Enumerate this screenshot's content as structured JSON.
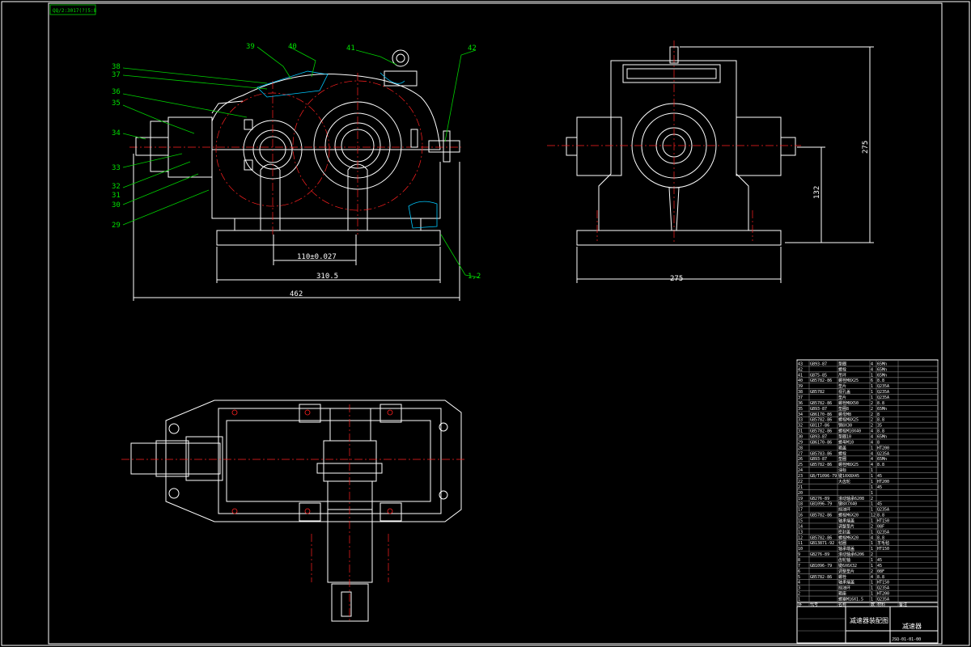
{
  "drawing": {
    "file_tag": "QQ/2:3017(?)5:8",
    "part_labels": [
      "39",
      "40",
      "41",
      "42",
      "38",
      "37",
      "36",
      "35",
      "34",
      "33",
      "32",
      "31",
      "30",
      "29",
      "1,2"
    ],
    "dimensions": {
      "center_distance": "110±0.027",
      "base_length": "310.5",
      "overall_length": "462",
      "side_width": "275",
      "side_height": "275",
      "shaft_height": "132"
    },
    "title_block": {
      "drawing_title": "减速器装配图",
      "product_name": "减速器",
      "drawing_number": "JSQ-01-01-00",
      "header": [
        "序",
        "代号",
        "名称",
        "数",
        "材料",
        "备注"
      ]
    },
    "bom": [
      [
        "43",
        "GB93-87",
        "垫圈",
        "4",
        "65Mn",
        ""
      ],
      [
        "42",
        "",
        "螺栓",
        "4",
        "65Mn",
        ""
      ],
      [
        "41",
        "GB75-85",
        "吊环",
        "1",
        "65Mn",
        ""
      ],
      [
        "40",
        "GB5782-86",
        "螺栓M8X25",
        "6",
        "8.8",
        ""
      ],
      [
        "39",
        "",
        "垫片",
        "1",
        "Q235A",
        ""
      ],
      [
        "38",
        "GB5782",
        "视孔盖",
        "1",
        "Q235A",
        ""
      ],
      [
        "37",
        "",
        "垫片",
        "1",
        "Q235A",
        ""
      ],
      [
        "36",
        "GB5782-86",
        "螺栓M8X50",
        "2",
        "8.8",
        ""
      ],
      [
        "35",
        "GB93-87",
        "垫圈8",
        "2",
        "65Mn",
        ""
      ],
      [
        "34",
        "GB6170-86",
        "螺母M8",
        "2",
        "8",
        ""
      ],
      [
        "33",
        "GB5782-86",
        "螺栓M8X25",
        "2",
        "8.8",
        ""
      ],
      [
        "32",
        "GB117-86",
        "销8X30",
        "2",
        "35",
        ""
      ],
      [
        "31",
        "GB5782-86",
        "螺栓M10X40",
        "4",
        "8.8",
        ""
      ],
      [
        "30",
        "GB93-87",
        "垫圈10",
        "4",
        "65Mn",
        ""
      ],
      [
        "29",
        "GB6170-86",
        "螺母M10",
        "4",
        "8",
        ""
      ],
      [
        "28",
        "",
        "箱盖",
        "1",
        "HT200",
        ""
      ],
      [
        "27",
        "GB5783-86",
        "螺栓",
        "4",
        "Q235A",
        ""
      ],
      [
        "26",
        "GB93-87",
        "垫圈",
        "4",
        "65Mn",
        ""
      ],
      [
        "25",
        "GB5782-86",
        "螺栓M8X25",
        "4",
        "8.8",
        ""
      ],
      [
        "24",
        "",
        "油标",
        "1",
        "",
        ""
      ],
      [
        "23",
        "GB/T1096-79",
        "键10X8X45",
        "1",
        "45",
        ""
      ],
      [
        "22",
        "",
        "大齿轮",
        "1",
        "HT200",
        ""
      ],
      [
        "21",
        "",
        "",
        "1",
        "45",
        ""
      ],
      [
        "20",
        "",
        "",
        "1",
        "",
        ""
      ],
      [
        "19",
        "GB276-89",
        "滚动轴承6208",
        "2",
        "",
        ""
      ],
      [
        "18",
        "GB1096-79",
        "键8X7X40",
        "1",
        "45",
        ""
      ],
      [
        "17",
        "",
        "挡油环",
        "1",
        "Q235A",
        ""
      ],
      [
        "16",
        "GB5782-86",
        "螺栓M6X20",
        "12",
        "8.8",
        ""
      ],
      [
        "15",
        "",
        "轴承端盖",
        "1",
        "HT150",
        ""
      ],
      [
        "14",
        "",
        "调整垫片",
        "2",
        "08F",
        ""
      ],
      [
        "13",
        "",
        "密封盖",
        "1",
        "Q235A",
        ""
      ],
      [
        "12",
        "GB5782-86",
        "螺栓M6X20",
        "4",
        "8.8",
        ""
      ],
      [
        "11",
        "GB13871-92",
        "毡圈",
        "1",
        "羊毛毡",
        ""
      ],
      [
        "10",
        "",
        "轴承端盖",
        "1",
        "HT150",
        ""
      ],
      [
        "9",
        "GB276-89",
        "滚动轴承6206",
        "2",
        "",
        ""
      ],
      [
        "8",
        "",
        "齿轮轴",
        "1",
        "45",
        ""
      ],
      [
        "7",
        "GB1096-79",
        "键6X6X32",
        "1",
        "45",
        ""
      ],
      [
        "6",
        "",
        "调整垫片",
        "2",
        "08F",
        ""
      ],
      [
        "5",
        "GB5782-86",
        "螺栓",
        "4",
        "8.8",
        ""
      ],
      [
        "4",
        "",
        "轴承端盖",
        "1",
        "HT150",
        ""
      ],
      [
        "3",
        "",
        "挡油环",
        "1",
        "Q235A",
        ""
      ],
      [
        "2",
        "",
        "箱座",
        "1",
        "HT200",
        ""
      ],
      [
        "1",
        "",
        "螺塞M16X1.5",
        "1",
        "Q235A",
        ""
      ]
    ]
  },
  "colors": {
    "line": "#ffffff",
    "centerline": "#ff2020",
    "annotation": "#00e000",
    "hatch": "#00c8ff"
  }
}
